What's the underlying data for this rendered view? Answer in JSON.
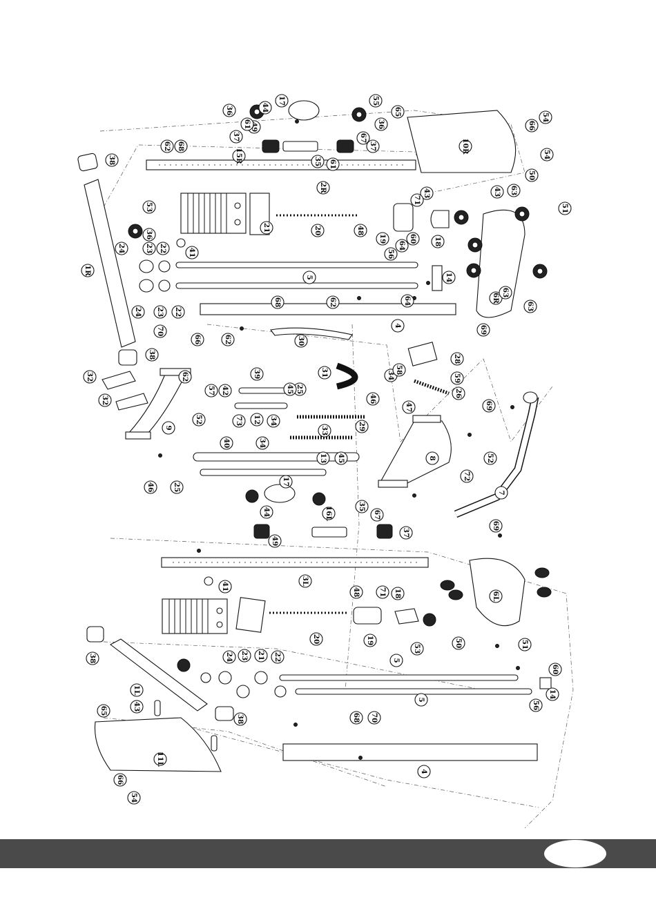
{
  "diagram": {
    "parts": [
      {
        "id": "p1R",
        "label": "1R"
      },
      {
        "id": "p1L",
        "label": "1L"
      },
      {
        "id": "p2R",
        "label": "2R"
      },
      {
        "id": "p3L",
        "label": "3L"
      },
      {
        "id": "p4a",
        "label": "4"
      },
      {
        "id": "p4b",
        "label": "4"
      },
      {
        "id": "p5a",
        "label": "5"
      },
      {
        "id": "p5b",
        "label": "5"
      },
      {
        "id": "p5c",
        "label": "5"
      },
      {
        "id": "p6R",
        "label": "6R"
      },
      {
        "id": "p6L",
        "label": "6L"
      },
      {
        "id": "p7",
        "label": "7"
      },
      {
        "id": "p8",
        "label": "8"
      },
      {
        "id": "p9",
        "label": "9"
      },
      {
        "id": "p10R",
        "label": "10R"
      },
      {
        "id": "p11L",
        "label": "11L"
      },
      {
        "id": "p12",
        "label": "12"
      },
      {
        "id": "p13",
        "label": "13"
      },
      {
        "id": "p14a",
        "label": "14"
      },
      {
        "id": "p14b",
        "label": "14"
      },
      {
        "id": "p15R",
        "label": "15R"
      },
      {
        "id": "p16L",
        "label": "16L"
      },
      {
        "id": "p17a",
        "label": "17"
      },
      {
        "id": "p17b",
        "label": "17"
      },
      {
        "id": "p18a",
        "label": "18"
      },
      {
        "id": "p18b",
        "label": "18"
      },
      {
        "id": "p19a",
        "label": "19"
      },
      {
        "id": "p19b",
        "label": "19"
      },
      {
        "id": "p20a",
        "label": "20"
      },
      {
        "id": "p20b",
        "label": "20"
      },
      {
        "id": "p21a",
        "label": "21"
      },
      {
        "id": "p21b",
        "label": "21"
      },
      {
        "id": "p22a",
        "label": "22"
      },
      {
        "id": "p22b",
        "label": "22"
      },
      {
        "id": "p22c",
        "label": "22"
      },
      {
        "id": "p23a",
        "label": "23"
      },
      {
        "id": "p23b",
        "label": "23"
      },
      {
        "id": "p23c",
        "label": "23"
      },
      {
        "id": "p24a",
        "label": "24"
      },
      {
        "id": "p24b",
        "label": "24"
      },
      {
        "id": "p24c",
        "label": "24"
      },
      {
        "id": "p25a",
        "label": "25"
      },
      {
        "id": "p25b",
        "label": "25"
      },
      {
        "id": "p26",
        "label": "26"
      },
      {
        "id": "p28",
        "label": "28"
      },
      {
        "id": "p29",
        "label": "29"
      },
      {
        "id": "p30",
        "label": "30"
      },
      {
        "id": "p31",
        "label": "31"
      },
      {
        "id": "p32a",
        "label": "32"
      },
      {
        "id": "p32b",
        "label": "32"
      },
      {
        "id": "p33",
        "label": "33"
      },
      {
        "id": "p34a",
        "label": "34"
      },
      {
        "id": "p34b",
        "label": "34"
      },
      {
        "id": "p34c",
        "label": "34"
      },
      {
        "id": "p35a",
        "label": "35"
      },
      {
        "id": "p35b",
        "label": "35"
      },
      {
        "id": "p36a",
        "label": "36"
      },
      {
        "id": "p36b",
        "label": "36"
      },
      {
        "id": "p36c",
        "label": "36"
      },
      {
        "id": "p37a",
        "label": "37"
      },
      {
        "id": "p37b",
        "label": "37"
      },
      {
        "id": "p37c",
        "label": "37"
      },
      {
        "id": "p38a",
        "label": "38"
      },
      {
        "id": "p38b",
        "label": "38"
      },
      {
        "id": "p38c",
        "label": "38"
      },
      {
        "id": "p38d",
        "label": "38"
      },
      {
        "id": "p39",
        "label": "39"
      },
      {
        "id": "p40",
        "label": "40"
      },
      {
        "id": "p41a",
        "label": "41"
      },
      {
        "id": "p41b",
        "label": "41"
      },
      {
        "id": "p42",
        "label": "42"
      },
      {
        "id": "p43a",
        "label": "43"
      },
      {
        "id": "p43b",
        "label": "43"
      },
      {
        "id": "p43c",
        "label": "43"
      },
      {
        "id": "p44a",
        "label": "44"
      },
      {
        "id": "p44b",
        "label": "44"
      },
      {
        "id": "p45a",
        "label": "45"
      },
      {
        "id": "p45b",
        "label": "45"
      },
      {
        "id": "p46a",
        "label": "46"
      },
      {
        "id": "p46b",
        "label": "46"
      },
      {
        "id": "p47",
        "label": "47"
      },
      {
        "id": "p48a",
        "label": "48"
      },
      {
        "id": "p48b",
        "label": "48"
      },
      {
        "id": "p49a",
        "label": "49"
      },
      {
        "id": "p49b",
        "label": "49"
      },
      {
        "id": "p50a",
        "label": "50"
      },
      {
        "id": "p50b",
        "label": "50"
      },
      {
        "id": "p51a",
        "label": "51"
      },
      {
        "id": "p51b",
        "label": "51"
      },
      {
        "id": "p52a",
        "label": "52"
      },
      {
        "id": "p52b",
        "label": "52"
      },
      {
        "id": "p53a",
        "label": "53"
      },
      {
        "id": "p53b",
        "label": "53"
      },
      {
        "id": "p54a",
        "label": "54"
      },
      {
        "id": "p54b",
        "label": "54"
      },
      {
        "id": "p54c",
        "label": "54"
      },
      {
        "id": "p55",
        "label": "55"
      },
      {
        "id": "p56a",
        "label": "56"
      },
      {
        "id": "p56b",
        "label": "56"
      },
      {
        "id": "p57",
        "label": "57"
      },
      {
        "id": "p58",
        "label": "58"
      },
      {
        "id": "p59",
        "label": "59"
      },
      {
        "id": "p60a",
        "label": "60"
      },
      {
        "id": "p60b",
        "label": "60"
      },
      {
        "id": "p61a",
        "label": "61"
      },
      {
        "id": "p61b",
        "label": "61"
      },
      {
        "id": "p62a",
        "label": "62"
      },
      {
        "id": "p62b",
        "label": "62"
      },
      {
        "id": "p62c",
        "label": "62"
      },
      {
        "id": "p62d",
        "label": "62"
      },
      {
        "id": "p63a",
        "label": "63"
      },
      {
        "id": "p63b",
        "label": "63"
      },
      {
        "id": "p63c",
        "label": "63"
      },
      {
        "id": "p64a",
        "label": "64"
      },
      {
        "id": "p64b",
        "label": "64"
      },
      {
        "id": "p65a",
        "label": "65"
      },
      {
        "id": "p65b",
        "label": "65"
      },
      {
        "id": "p66a",
        "label": "66"
      },
      {
        "id": "p66b",
        "label": "66"
      },
      {
        "id": "p66c",
        "label": "66"
      },
      {
        "id": "p67a",
        "label": "67"
      },
      {
        "id": "p67b",
        "label": "67"
      },
      {
        "id": "p68a",
        "label": "68"
      },
      {
        "id": "p68b",
        "label": "68"
      },
      {
        "id": "p68c",
        "label": "68"
      },
      {
        "id": "p69a",
        "label": "69"
      },
      {
        "id": "p69b",
        "label": "69"
      },
      {
        "id": "p69c",
        "label": "69"
      },
      {
        "id": "p70a",
        "label": "70"
      },
      {
        "id": "p70b",
        "label": "70"
      },
      {
        "id": "p71a",
        "label": "71"
      },
      {
        "id": "p71b",
        "label": "71"
      },
      {
        "id": "p72",
        "label": "72"
      },
      {
        "id": "p73",
        "label": "73"
      }
    ]
  },
  "footer": {
    "page_number": ""
  }
}
